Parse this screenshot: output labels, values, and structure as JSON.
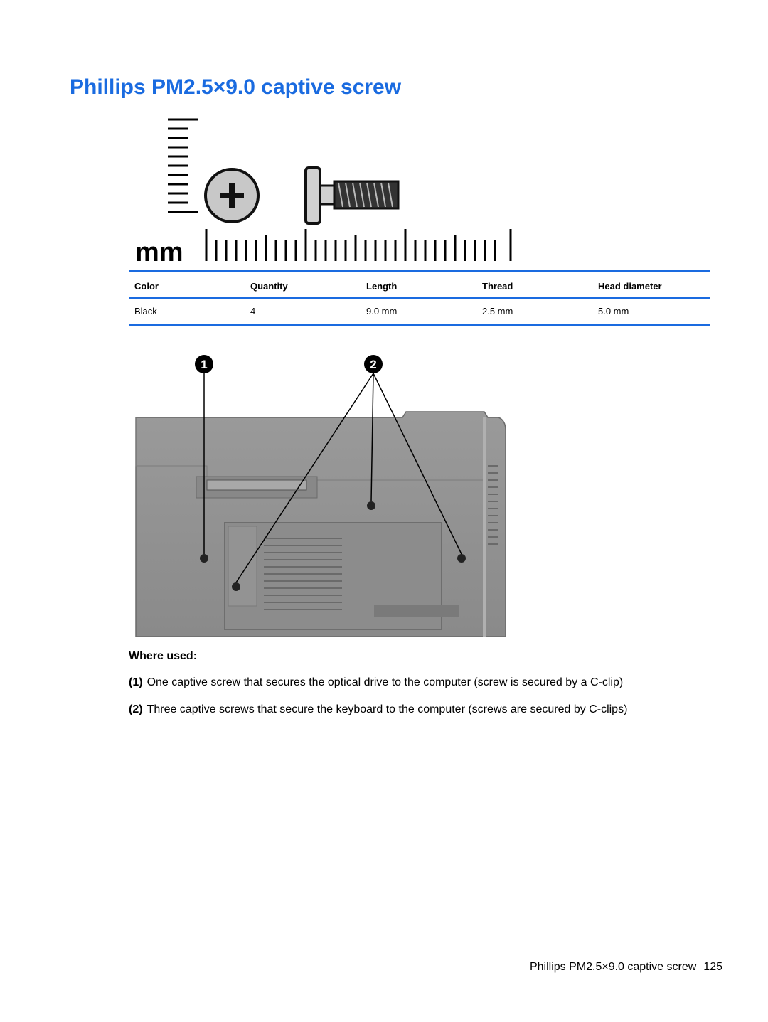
{
  "page": {
    "title": "Phillips PM2.5×9.0 captive screw"
  },
  "figure_screw": {
    "unit_label": "mm",
    "head_icon": "phillips-head-icon",
    "screw_icon": "screw-side-icon"
  },
  "spec_table": {
    "headers": [
      "Color",
      "Quantity",
      "Length",
      "Thread",
      "Head diameter"
    ],
    "rows": [
      [
        "Black",
        "4",
        "9.0 mm",
        "2.5 mm",
        "5.0 mm"
      ]
    ]
  },
  "figure_laptop": {
    "callout_1": "1",
    "callout_2": "2"
  },
  "where_used": {
    "heading": "Where used:",
    "items": [
      {
        "num": "(1)",
        "text": "One captive screw that secures the optical drive to the computer (screw is secured by a C-clip)"
      },
      {
        "num": "(2)",
        "text": "Three captive screws that secure the keyboard to the computer (screws are secured by C-clips)"
      }
    ]
  },
  "footer": {
    "title": "Phillips PM2.5×9.0 captive screw",
    "page_number": "125"
  },
  "colors": {
    "accent": "#1a6be0"
  }
}
